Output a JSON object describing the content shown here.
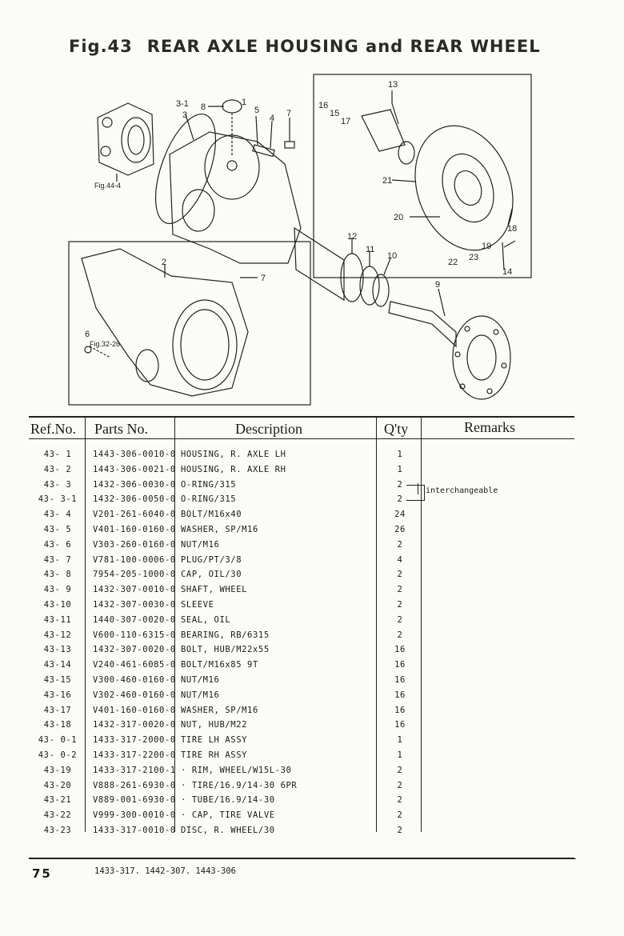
{
  "title": {
    "fig": "Fig.43",
    "text": "REAR AXLE HOUSING and REAR WHEEL"
  },
  "diagram": {
    "callouts": [
      "13",
      "16",
      "15",
      "17",
      "3-1",
      "3",
      "8",
      "1",
      "5",
      "4",
      "7",
      "21",
      "20",
      "18",
      "19",
      "23",
      "22",
      "14",
      "12",
      "11",
      "10",
      "9",
      "2",
      "7",
      "6"
    ],
    "refs": [
      "Fig.44-4",
      "Fig.32-26"
    ]
  },
  "table": {
    "headers": {
      "ref": "Ref.No.",
      "part": "Parts  No.",
      "desc": "Description",
      "qty": "Q'ty",
      "remarks": "Remarks"
    },
    "remark_interchangeable": "interchangeable",
    "rows": [
      {
        "ref": "43- 1",
        "part": "1443-306-0010-0",
        "desc": "HOUSING, R. AXLE LH",
        "qty": "1"
      },
      {
        "ref": "43- 2",
        "part": "1443-306-0021-0",
        "desc": "HOUSING, R. AXLE RH",
        "qty": "1"
      },
      {
        "ref": "43- 3",
        "part": "1432-306-0030-0",
        "desc": "O-RING/315",
        "qty": "2"
      },
      {
        "ref": "43- 3-1",
        "part": "1432-306-0050-0",
        "desc": "O-RING/315",
        "qty": "2"
      },
      {
        "ref": "43- 4",
        "part": "V201-261-6040-0",
        "desc": "BOLT/M16x40",
        "qty": "24"
      },
      {
        "ref": "43- 5",
        "part": "V401-160-0160-0",
        "desc": "WASHER, SP/M16",
        "qty": "26"
      },
      {
        "ref": "43- 6",
        "part": "V303-260-0160-0",
        "desc": "NUT/M16",
        "qty": "2"
      },
      {
        "ref": "43- 7",
        "part": "V781-100-0006-0",
        "desc": "PLUG/PT/3/8",
        "qty": "4"
      },
      {
        "ref": "43- 8",
        "part": "7954-205-1000-0",
        "desc": "CAP, OIL/30",
        "qty": "2"
      },
      {
        "ref": "43- 9",
        "part": "1432-307-0010-0",
        "desc": "SHAFT, WHEEL",
        "qty": "2"
      },
      {
        "ref": "43-10",
        "part": "1432-307-0030-0",
        "desc": "SLEEVE",
        "qty": "2"
      },
      {
        "ref": "43-11",
        "part": "1440-307-0020-0",
        "desc": "SEAL, OIL",
        "qty": "2"
      },
      {
        "ref": "43-12",
        "part": "V600-110-6315-0",
        "desc": "BEARING, RB/6315",
        "qty": "2"
      },
      {
        "ref": "43-13",
        "part": "1432-307-0020-0",
        "desc": "BOLT, HUB/M22x55",
        "qty": "16"
      },
      {
        "ref": "43-14",
        "part": "V240-461-6085-0",
        "desc": "BOLT/M16x85 9T",
        "qty": "16"
      },
      {
        "ref": "43-15",
        "part": "V300-460-0160-0",
        "desc": "NUT/M16",
        "qty": "16"
      },
      {
        "ref": "43-16",
        "part": "V302-460-0160-0",
        "desc": "NUT/M16",
        "qty": "16"
      },
      {
        "ref": "43-17",
        "part": "V401-160-0160-0",
        "desc": "WASHER, SP/M16",
        "qty": "16"
      },
      {
        "ref": "43-18",
        "part": "1432-317-0020-0",
        "desc": "NUT, HUB/M22",
        "qty": "16"
      },
      {
        "ref": "43- 0-1",
        "part": "1433-317-2000-0",
        "desc": "TIRE LH ASSY",
        "qty": "1"
      },
      {
        "ref": "43- 0-2",
        "part": "1433-317-2200-0",
        "desc": "TIRE RH ASSY",
        "qty": "1"
      },
      {
        "ref": "43-19",
        "part": "1433-317-2100-1",
        "desc": "· RIM, WHEEL/W15L-30",
        "qty": "2"
      },
      {
        "ref": "43-20",
        "part": "V888-261-6930-0",
        "desc": "· TIRE/16.9/14-30 6PR",
        "qty": "2"
      },
      {
        "ref": "43-21",
        "part": "V889-001-6930-0",
        "desc": "· TUBE/16.9/14-30",
        "qty": "2"
      },
      {
        "ref": "43-22",
        "part": "V999-300-0010-0",
        "desc": "· CAP, TIRE VALVE",
        "qty": "2"
      },
      {
        "ref": "43-23",
        "part": "1433-317-0010-0",
        "desc": "DISC, R. WHEEL/30",
        "qty": "2"
      }
    ]
  },
  "footer": {
    "page": "75",
    "codes": "1433-317. 1442-307. 1443-306"
  }
}
